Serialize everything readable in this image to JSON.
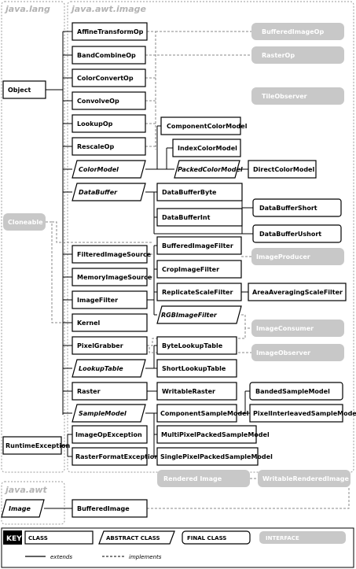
{
  "packages": {
    "java_lang": "java.lang",
    "java_awt_image": "java.awt.image",
    "java_awt": "java.awt"
  },
  "classes": {
    "object": "Object",
    "cloneable": "Cloneable",
    "runtime_exception": "RuntimeException",
    "image": "Image",
    "affine_transform_op": "AffineTransformOp",
    "band_combine_op": "BandCombineOp",
    "color_convert_op": "ColorConvertOp",
    "convolve_op": "ConvolveOp",
    "lookup_op": "LookupOp",
    "rescale_op": "RescaleOp",
    "color_model": "ColorModel",
    "data_buffer": "DataBuffer",
    "filtered_image_source": "FilteredImageSource",
    "memory_image_source": "MemoryImageSource",
    "image_filter": "ImageFilter",
    "kernel": "Kernel",
    "pixel_grabber": "PixelGrabber",
    "lookup_table": "LookupTable",
    "raster": "Raster",
    "sample_model": "SampleModel",
    "image_op_exception": "ImageOpException",
    "raster_format_exception": "RasterFormatException",
    "buffered_image": "BufferedImage",
    "component_color_model": "ComponentColorModel",
    "index_color_model": "IndexColorModel",
    "packed_color_model": "PackedColorModel",
    "direct_color_model": "DirectColorModel",
    "data_buffer_byte": "DataBufferByte",
    "data_buffer_int": "DataBufferInt",
    "data_buffer_short": "DataBufferShort",
    "data_buffer_ushort": "DataBufferUshort",
    "buffered_image_filter": "BufferedImageFilter",
    "crop_image_filter": "CropImageFilter",
    "replicate_scale_filter": "ReplicateScaleFilter",
    "area_averaging_scale_filter": "AreaAveragingScaleFilter",
    "rgb_image_filter": "RGBImageFilter",
    "byte_lookup_table": "ByteLookupTable",
    "short_lookup_table": "ShortLookupTable",
    "writable_raster": "WritableRaster",
    "component_sample_model": "ComponentSampleModel",
    "multi_pixel_packed_sample_model": "MultiPixelPackedSampleModel",
    "single_pixel_packed_sample_model": "SinglePixelPackedSampleModel",
    "banded_sample_model": "BandedSampleModel",
    "pixel_interleaved_sample_model": "PixelInterleavedSampleModel"
  },
  "interfaces": {
    "buffered_image_op": "BufferedImageOp",
    "raster_op": "RasterOp",
    "tile_observer": "TileObserver",
    "image_producer": "ImageProducer",
    "image_consumer": "ImageConsumer",
    "image_observer": "ImageObserver",
    "rendered_image": "Rendered Image",
    "writable_rendered_image": "WritableRenderedImage"
  },
  "key": {
    "title": "KEY",
    "class": "CLASS",
    "abstract_class": "ABSTRACT CLASS",
    "final_class": "FINAL CLASS",
    "interface": "INTERFACE",
    "extends": "extends",
    "implements": "implements"
  },
  "colors": {
    "package_label": "#b3b3b3",
    "interface_fill": "#c8c8c8",
    "line": "#000000",
    "dashed_line": "#888888"
  }
}
